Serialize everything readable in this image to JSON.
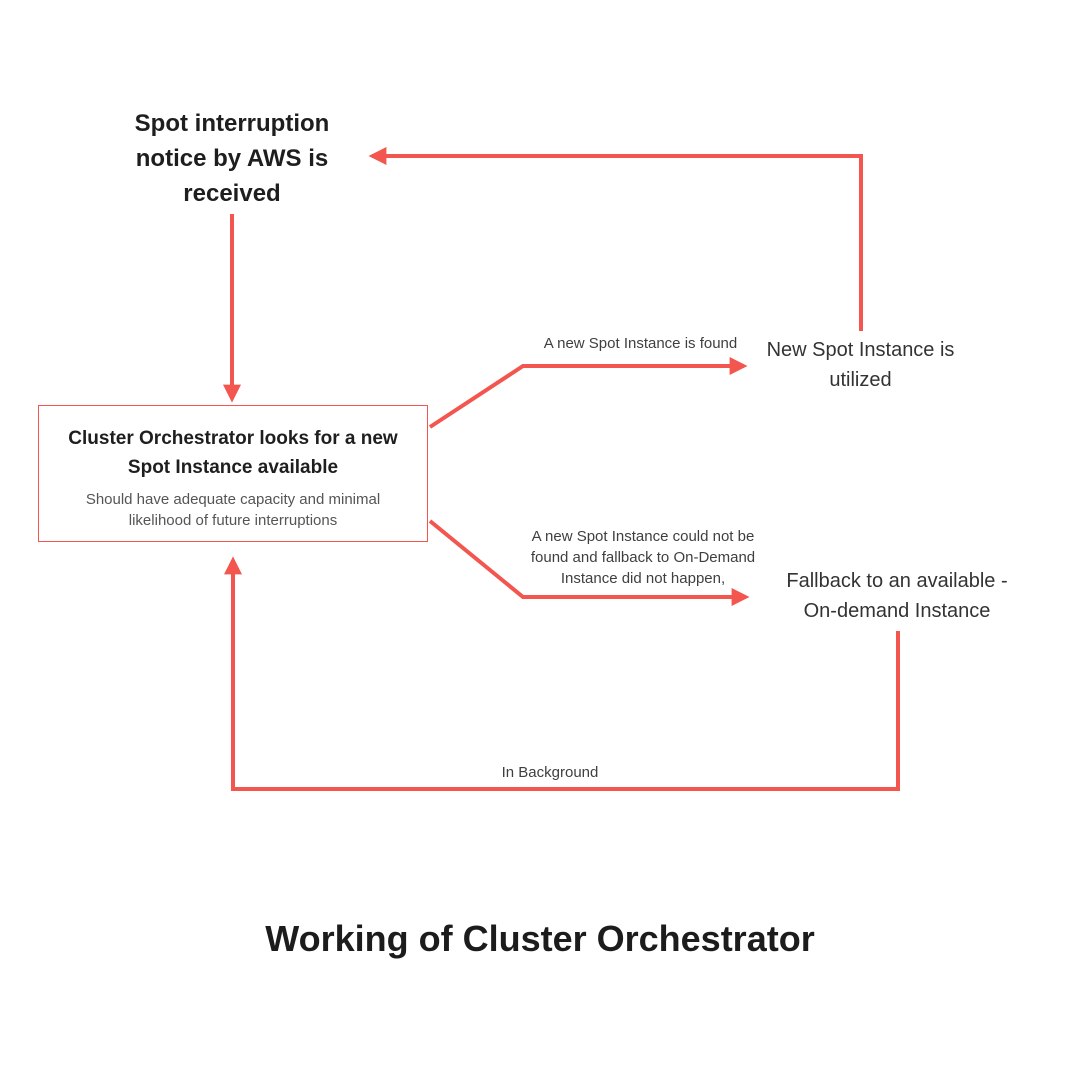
{
  "colors": {
    "accent": "#F2564E",
    "heading": "#1E1E1E",
    "body_gray": "#4D4D4D",
    "node_text": "#333333"
  },
  "title": "Working of Cluster Orchestrator",
  "diagram": {
    "nodes": {
      "spot_notice": {
        "label": "Spot interruption notice by AWS is received"
      },
      "orchestrator": {
        "title": "Cluster Orchestrator looks for a new Spot Instance available",
        "subtitle": "Should have adequate capacity and minimal likelihood of future interruptions"
      },
      "spot_utilized": {
        "label": "New Spot Instance is utilized"
      },
      "fallback": {
        "label": "Fallback to an available -On-demand Instance"
      }
    },
    "edges": {
      "found": {
        "label": "A new Spot Instance is found"
      },
      "not_found": {
        "label": "A new Spot Instance could not be found and fallback to On-Demand Instance did not happen,"
      },
      "background": {
        "label": "In Background"
      }
    }
  }
}
